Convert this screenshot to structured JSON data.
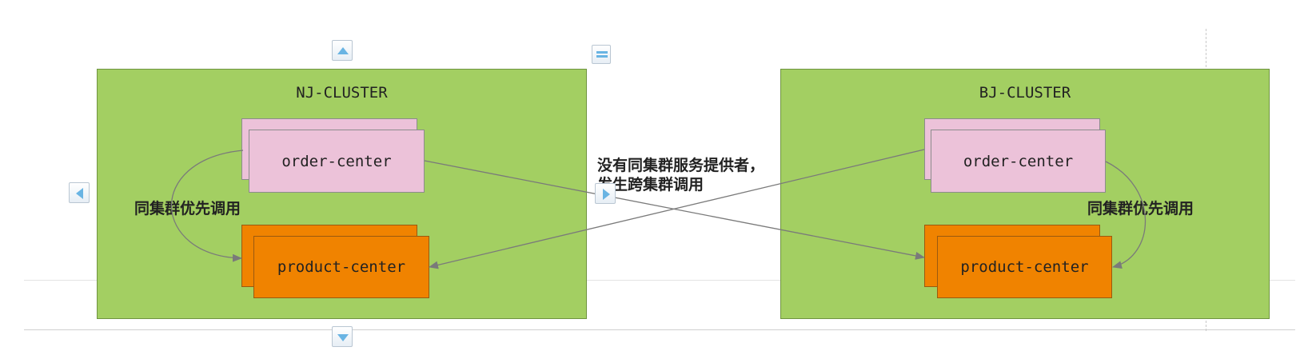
{
  "clusters": [
    {
      "id": "nj",
      "title": "NJ-CLUSTER",
      "order_label": "order-center",
      "product_label": "product-center",
      "local_call_label": "同集群优先调用"
    },
    {
      "id": "bj",
      "title": "BJ-CLUSTER",
      "order_label": "order-center",
      "product_label": "product-center",
      "local_call_label": "同集群优先调用"
    }
  ],
  "cross_cluster_label": "没有同集群服务提供者，发生跨集群调用",
  "colors": {
    "cluster_fill": "#a3cf62",
    "order_fill": "#ecc2d9",
    "product_fill": "#f08300",
    "connector": "#7a7a7a",
    "handle_arrow": "#69b4e3"
  },
  "icons": [
    "arrow-up-icon",
    "arrow-down-icon",
    "arrow-left-icon",
    "arrow-right-icon",
    "menu-icon"
  ]
}
